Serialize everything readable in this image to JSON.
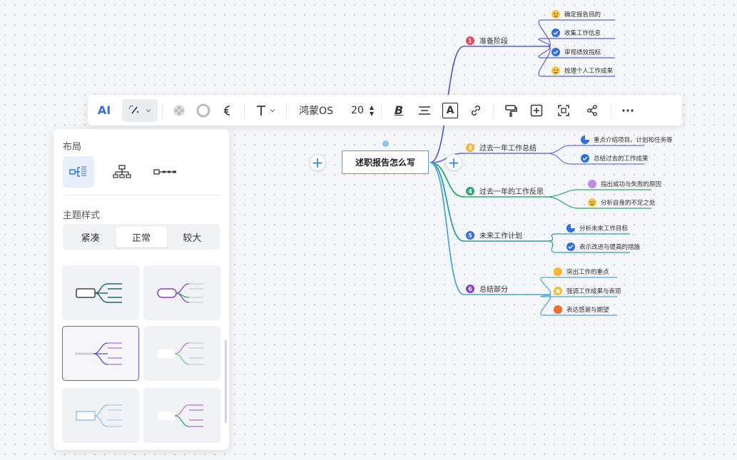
{
  "root": {
    "title": "述职报告怎么写"
  },
  "branches": [
    {
      "num": "1",
      "title": "准备阶段",
      "color": "#5b63c7",
      "badge": "#e9485a",
      "children": [
        {
          "icon": "heart-eyes-emoji-icon",
          "text": "确定报告目的"
        },
        {
          "icon": "check-circle-icon",
          "text": "收集工作信息"
        },
        {
          "icon": "check-circle-icon",
          "text": "审视绩效指标"
        },
        {
          "icon": "surprised-emoji-icon",
          "text": "梳理个人工作成果"
        }
      ]
    },
    {
      "num": "3",
      "title": "过去一年工作总结",
      "color": "#6b74d8",
      "badge": "#f4b740",
      "children": [
        {
          "icon": "pie-chart-icon",
          "text": "重点介绍项目、计划和任务等"
        },
        {
          "icon": "check-circle-icon",
          "text": "总结过去的工作成果"
        }
      ]
    },
    {
      "num": "4",
      "title": "过去一年的工作反思",
      "color": "#2fa86f",
      "badge": "#2fa86f",
      "children": [
        {
          "icon": "party-popper-icon",
          "text": "指出成功与失败的原因"
        },
        {
          "icon": "thinking-emoji-icon",
          "text": "分析自身的不足之处"
        }
      ]
    },
    {
      "num": "5",
      "title": "未来工作计划",
      "color": "#2a9fb0",
      "badge": "#2f6fe0",
      "children": [
        {
          "icon": "pie-chart-icon",
          "text": "分析未来工作目标"
        },
        {
          "icon": "check-circle-icon",
          "text": "表示改进与提高的措施"
        }
      ]
    },
    {
      "num": "6",
      "title": "总结部分",
      "color": "#4aa8d6",
      "badge": "#8a3fd1",
      "children": [
        {
          "icon": "thumbs-up-icon",
          "text": "突出工作的重点"
        },
        {
          "icon": "star-icon",
          "text": "强调工作成果与表现"
        },
        {
          "icon": "fire-icon",
          "text": "表达感谢与期望"
        }
      ]
    }
  ],
  "toolbar": {
    "ai_label": "AI",
    "font_name": "鸿蒙OS",
    "font_size": "20",
    "bold_label": "B",
    "text_color_label": "A"
  },
  "panel": {
    "layout_label": "布局",
    "theme_label": "主题样式",
    "density_options": [
      "紧凑",
      "正常",
      "较大"
    ],
    "density_selected": "正常"
  },
  "colors": {
    "accent": "#2f80ed",
    "root_border": "#5b9bd5",
    "selected_theme_border": "#5b66c8"
  }
}
